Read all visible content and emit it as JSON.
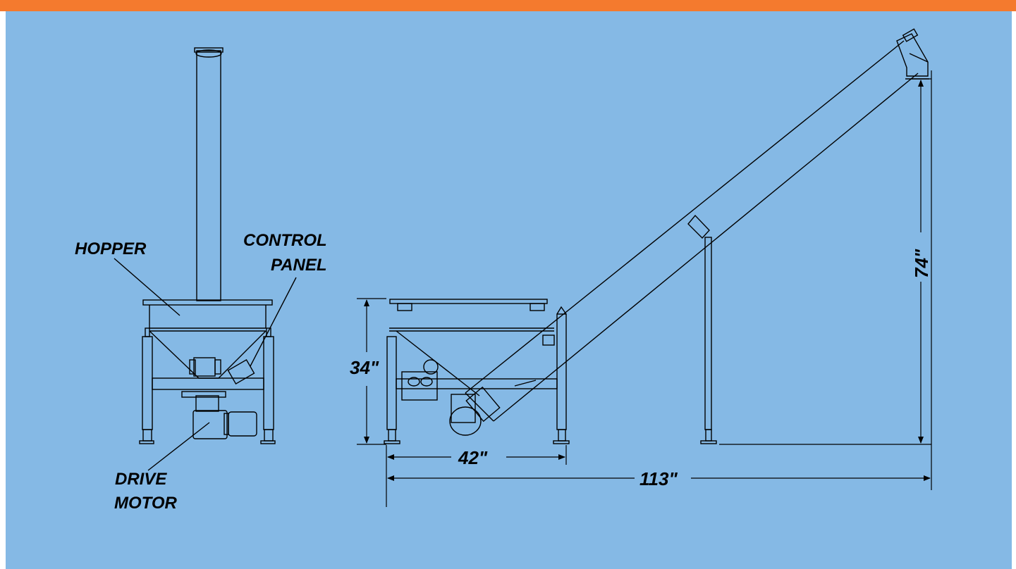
{
  "labels": {
    "hopper": "HOPPER",
    "control_panel_line1": "CONTROL",
    "control_panel_line2": "PANEL",
    "drive_motor_line1": "DRIVE",
    "drive_motor_line2": "MOTOR"
  },
  "dimensions": {
    "height_hopper": "34\"",
    "width_hopper": "42\"",
    "overall_length": "113\"",
    "discharge_height": "74\""
  },
  "colors": {
    "header_bar": "#f47a2e",
    "background": "#85b9e5",
    "linework": "#000000"
  }
}
